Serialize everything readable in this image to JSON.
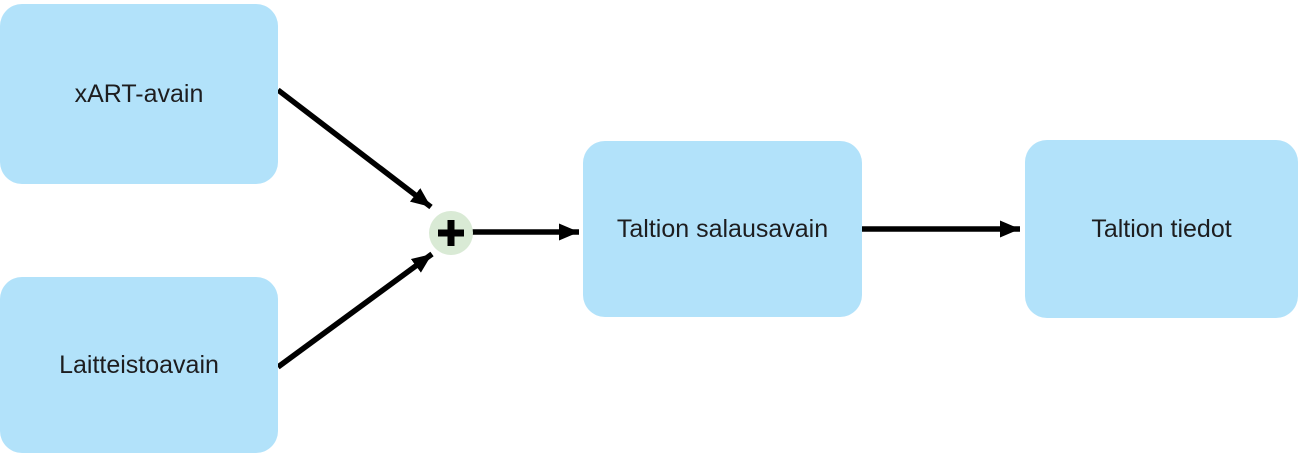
{
  "diagram": {
    "type": "flow",
    "nodes": [
      {
        "id": "xart-key",
        "label": "xART-avain"
      },
      {
        "id": "hardware-key",
        "label": "Laitteistoavain"
      },
      {
        "id": "volume-encryption-key",
        "label": "Taltion salausavain"
      },
      {
        "id": "volume-data",
        "label": "Taltion tiedot"
      }
    ],
    "combiner": {
      "icon": "plus-icon",
      "symbol": "+"
    },
    "edges": [
      {
        "from": "xart-key",
        "to": "combiner",
        "arrow": true
      },
      {
        "from": "hardware-key",
        "to": "combiner",
        "arrow": true
      },
      {
        "from": "combiner",
        "to": "volume-encryption-key",
        "arrow": true
      },
      {
        "from": "volume-encryption-key",
        "to": "volume-data",
        "arrow": true
      }
    ]
  },
  "colors": {
    "background": "#ffffff",
    "node_fill": "#b2e2fa",
    "combiner_fill": "#d9ead5",
    "arrow": "#000000",
    "label_text": "#1d1d1f"
  }
}
